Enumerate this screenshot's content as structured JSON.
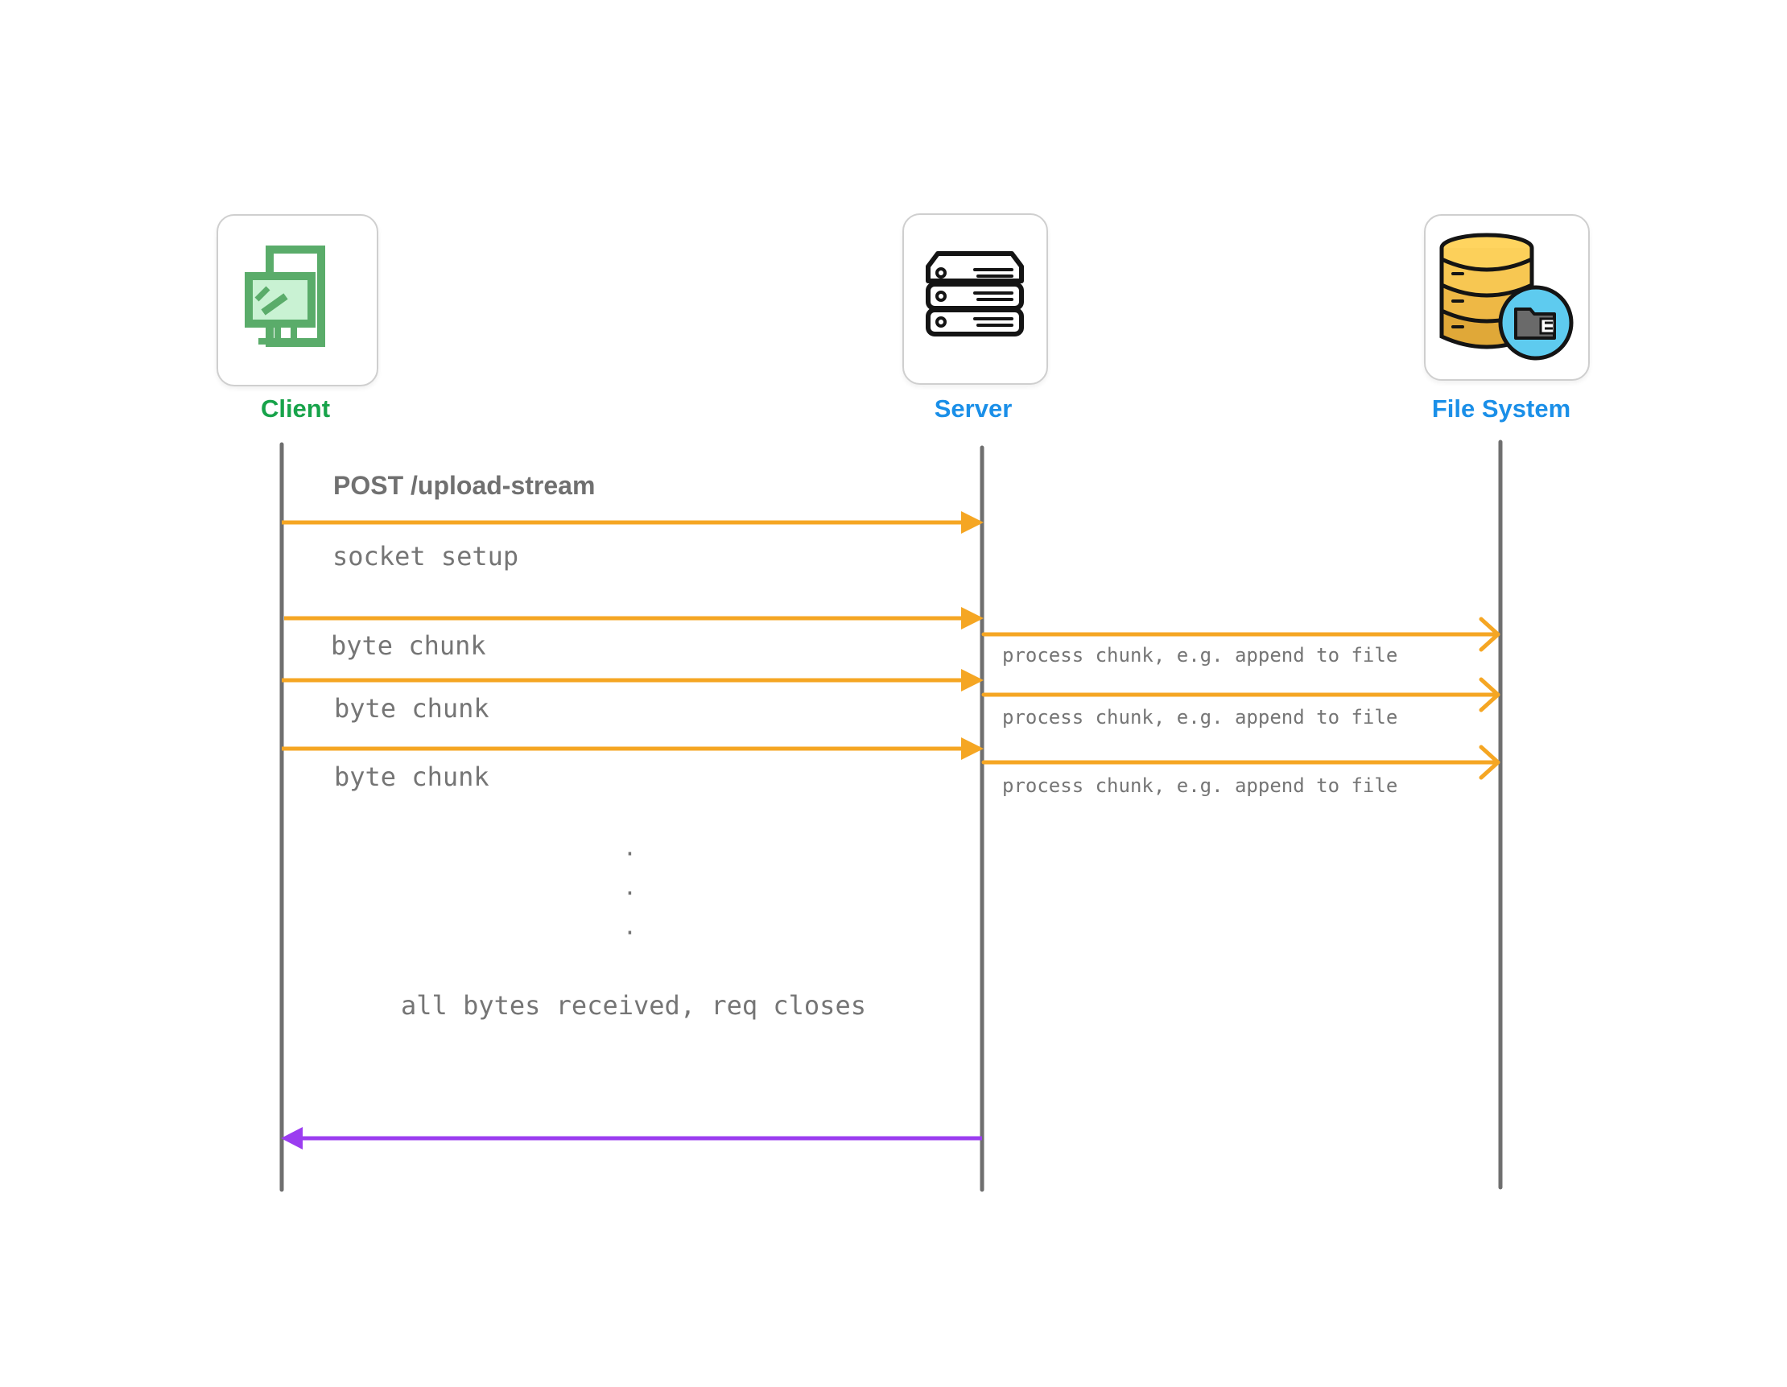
{
  "colors": {
    "client": "#17a34a",
    "server": "#1a8fe8",
    "filesystem": "#1a8fe8",
    "lifeline": "#6f6f6f",
    "request_arrow": "#f5a623",
    "response_arrow": "#9b3df0",
    "text": "#757575"
  },
  "actors": {
    "client": {
      "label": "Client",
      "icon": "computer-monitor-icon"
    },
    "server": {
      "label": "Server",
      "icon": "server-rack-icon"
    },
    "filesystem": {
      "label": "File System",
      "icon": "database-folder-icon"
    }
  },
  "messages": {
    "request": "POST /upload-stream",
    "socket": "socket setup",
    "chunks": [
      {
        "label": "byte chunk",
        "fs_note": "process chunk, e.g. append to file"
      },
      {
        "label": "byte chunk",
        "fs_note": "process chunk, e.g. append to file"
      },
      {
        "label": "byte chunk",
        "fs_note": "process chunk, e.g. append to file"
      }
    ],
    "ellipsis": [
      "·",
      "·",
      "·"
    ],
    "closing": "all bytes received, req closes"
  }
}
